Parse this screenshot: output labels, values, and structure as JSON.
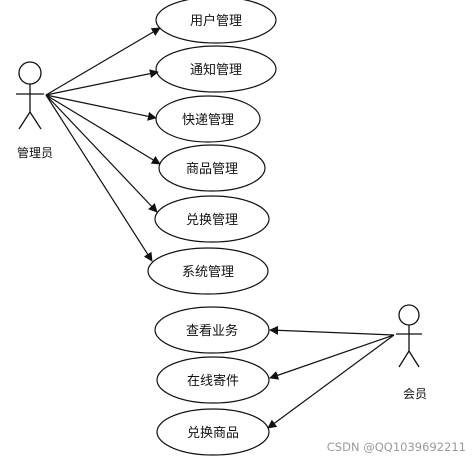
{
  "actors": [
    {
      "id": "admin",
      "name": "管理员"
    },
    {
      "id": "member",
      "name": "会员"
    }
  ],
  "use_cases": [
    {
      "id": "user-management",
      "label": "用户管理",
      "actor": "admin"
    },
    {
      "id": "notice-management",
      "label": "通知管理",
      "actor": "admin"
    },
    {
      "id": "courier-management",
      "label": "快递管理",
      "actor": "admin"
    },
    {
      "id": "product-management",
      "label": "商品管理",
      "actor": "admin"
    },
    {
      "id": "exchange-management",
      "label": "兑换管理",
      "actor": "admin"
    },
    {
      "id": "system-management",
      "label": "系统管理",
      "actor": "admin"
    },
    {
      "id": "view-business",
      "label": "查看业务",
      "actor": "member"
    },
    {
      "id": "online-shipping",
      "label": "在线寄件",
      "actor": "member"
    },
    {
      "id": "exchange-product",
      "label": "兑换商品",
      "actor": "member"
    }
  ],
  "watermark": "CSDN @QQ1039692211",
  "colors": {
    "line": "#111111",
    "background": "#ffffff",
    "watermark": "#9a9a9a"
  }
}
